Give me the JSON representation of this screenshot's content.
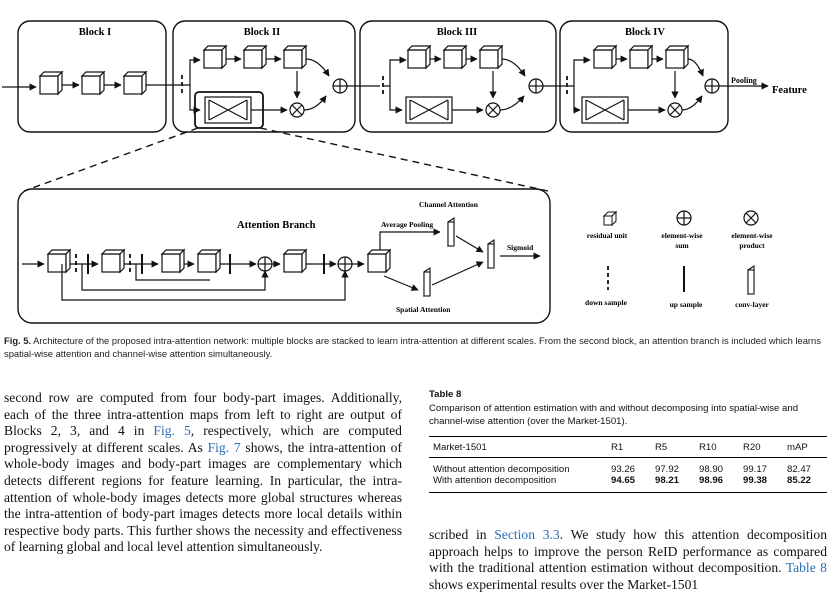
{
  "figure": {
    "blocks": [
      "Block I",
      "Block II",
      "Block III",
      "Block IV"
    ],
    "pooling": "Pooling",
    "feature": "Feature",
    "attention_branch": "Attention Branch",
    "channel_attention": "Channel Attention",
    "average_pooling": "Average Pooling",
    "sigmoid": "Sigmoid",
    "spatial_attention": "Spatial Attention",
    "legend": {
      "residual_unit": "residual unit",
      "element_wise_sum_1": "element-wise",
      "element_wise_sum_2": "sum",
      "element_wise_product_1": "element-wise",
      "element_wise_product_2": "product",
      "down_sample": "down sample",
      "up_sample": "up sample",
      "conv_layer": "conv-layer"
    }
  },
  "caption": {
    "label": "Fig. 5.",
    "text": " Architecture of the proposed intra-attention network: multiple blocks are stacked to learn intra-attention at different scales. From the second block, an attention branch is included which learns spatial-wise attention and channel-wise attention simultaneously."
  },
  "left_text": {
    "p1": "second row are computed from four body-part images. Additionally, each of the three intra-attention maps from left to right are output of Blocks 2, 3, and 4 in ",
    "ref1": "Fig. 5",
    "p2": ", respectively, which are computed progressively at different scales. As ",
    "ref2": "Fig. 7",
    "p3": " shows, the intra-attention of whole-body images and body-part images are complementary which detects different regions for feature learning. In particular, the intra-attention of whole-body images detects more global structures whereas the intra-attention of body-part images detects more local details within respective body parts. This further shows the necessity and effectiveness of learning global and local level attention simultaneously."
  },
  "table8": {
    "title": "Table 8",
    "caption": "Comparison of attention estimation with and without decomposing into spatial-wise and channel-wise attention (over the Market-1501).",
    "headers": [
      "Market-1501",
      "R1",
      "R5",
      "R10",
      "R20",
      "mAP"
    ],
    "rows": [
      [
        "Without attention decomposition",
        "93.26",
        "97.92",
        "98.90",
        "99.17",
        "82.47"
      ],
      [
        "With attention decomposition",
        "94.65",
        "98.21",
        "98.96",
        "99.38",
        "85.22"
      ]
    ]
  },
  "right_text": {
    "p1": "scribed in ",
    "ref1": "Section 3.3",
    "p2": ". We study how this attention decomposition approach helps to improve the person ReID performance as compared with the traditional attention estimation without decomposition. ",
    "ref2": "Table 8",
    "p3": " shows experimental results over the Market-1501"
  }
}
